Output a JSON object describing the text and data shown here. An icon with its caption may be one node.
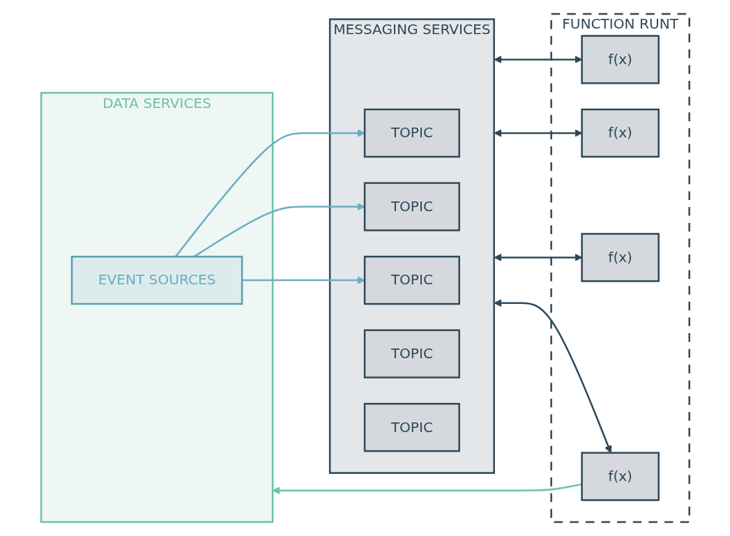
{
  "diagram": {
    "nodes": [
      {
        "text": [
          "DATA SERVICES"
        ]
      },
      {
        "text": [
          "EVENT SOURCES"
        ],
        "in": 0
      },
      {
        "text": [
          "MESSAGING SERVICES"
        ]
      },
      {
        "text": [
          "TOPIC"
        ],
        "in": 2
      },
      {
        "text": [
          "TOPIC"
        ],
        "in": 2
      },
      {
        "text": [
          "TOPIC"
        ],
        "in": 2
      },
      {
        "text": [
          "TOPIC"
        ],
        "in": 2
      },
      {
        "text": [
          "TOPIC"
        ],
        "in": 2
      },
      {
        "text": [
          "FUNCTION RUNT"
        ]
      },
      {
        "text": [
          "f(x)"
        ],
        "in": 8
      },
      {
        "text": [
          "f(x)"
        ],
        "in": 8
      },
      {
        "text": [
          "f(x)"
        ],
        "in": 8
      },
      {
        "text": [
          "f(x)"
        ],
        "in": 8
      }
    ],
    "edges": [
      {
        "from": 1,
        "to": 3,
        "arrow": "to",
        "color": "#6aaec4"
      },
      {
        "from": 1,
        "to": 4,
        "arrow": "to",
        "color": "#6aaec4"
      },
      {
        "from": 1,
        "to": 5,
        "arrow": "to",
        "color": "#6aaec4"
      },
      {
        "from": 2,
        "to": 9,
        "arrow": "both"
      },
      {
        "from": 2,
        "to": 10,
        "arrow": "both"
      },
      {
        "from": 2,
        "to": 11,
        "arrow": "both"
      },
      {
        "from": 2,
        "to": 12,
        "arrow": "both"
      },
      {
        "from": 12,
        "to": 0,
        "arrow": "to",
        "color": "#6cc3a0"
      }
    ]
  }
}
